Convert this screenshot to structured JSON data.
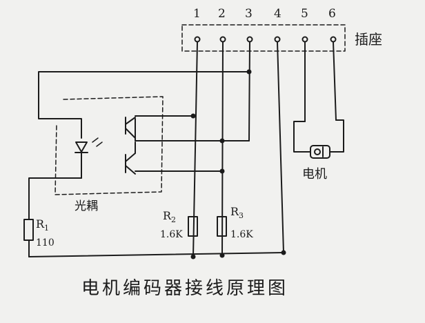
{
  "title": "电机编码器接线原理图",
  "socket": {
    "label": "插座",
    "pins": [
      "1",
      "2",
      "3",
      "4",
      "5",
      "6"
    ]
  },
  "components": {
    "optocoupler_label": "光耦",
    "motor_label": "电机",
    "r1": {
      "name": "R",
      "subscript": "1",
      "value": "110"
    },
    "r2": {
      "name": "R",
      "subscript": "2",
      "value": "1.6K"
    },
    "r3": {
      "name": "R",
      "subscript": "3",
      "value": "1.6K"
    }
  },
  "colors": {
    "ink": "#1b1b1b",
    "paper": "#f1f1ef"
  }
}
